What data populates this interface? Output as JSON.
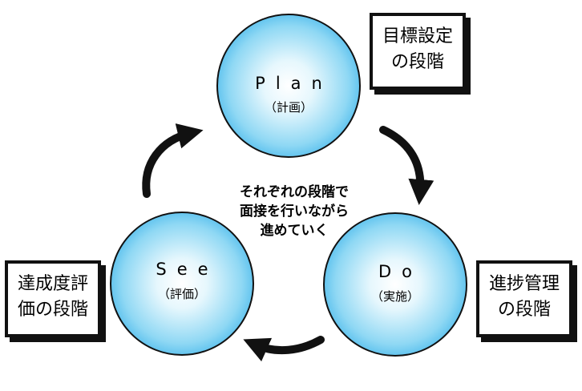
{
  "circles": {
    "plan": {
      "label": "Plan",
      "sub": "（計画）"
    },
    "do": {
      "label": "Do",
      "sub": "（実施）"
    },
    "see": {
      "label": "See",
      "sub": "（評価）"
    }
  },
  "boxes": {
    "plan": {
      "line1": "目標設定",
      "line2": "の段階"
    },
    "do": {
      "line1": "進捗管理",
      "line2": "の段階"
    },
    "see": {
      "line1": "達成度評",
      "line2": "価の段階"
    }
  },
  "center": {
    "line1": "それぞれの段階で",
    "line2": "面接を行いながら",
    "line3": "進めていく"
  },
  "colors": {
    "circle_edge": "#0a8fd6",
    "circle_center": "#ffffff",
    "arrow": "#111111"
  }
}
